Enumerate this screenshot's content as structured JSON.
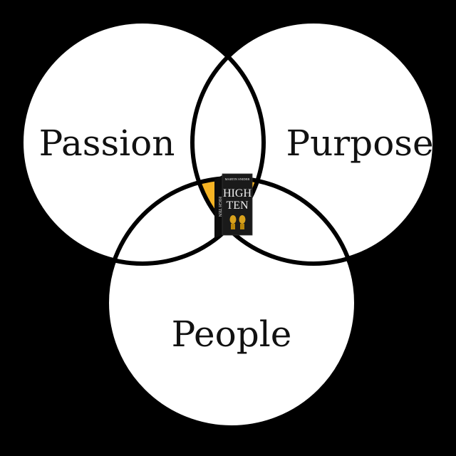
{
  "diagram": {
    "circles": [
      {
        "label": "Passion"
      },
      {
        "label": "Purpose"
      },
      {
        "label": "People"
      }
    ],
    "center_book": {
      "author": "MARTIN SNIDER",
      "title_line1": "HIGH",
      "title_line2": "TEN",
      "spine_text": "HIGH TEN"
    },
    "colors": {
      "background": "#000000",
      "circle_fill": "#ffffff",
      "circle_stroke": "#000000",
      "intersection_fill": "#f5b324",
      "book_cover": "#1a1a1a"
    }
  }
}
